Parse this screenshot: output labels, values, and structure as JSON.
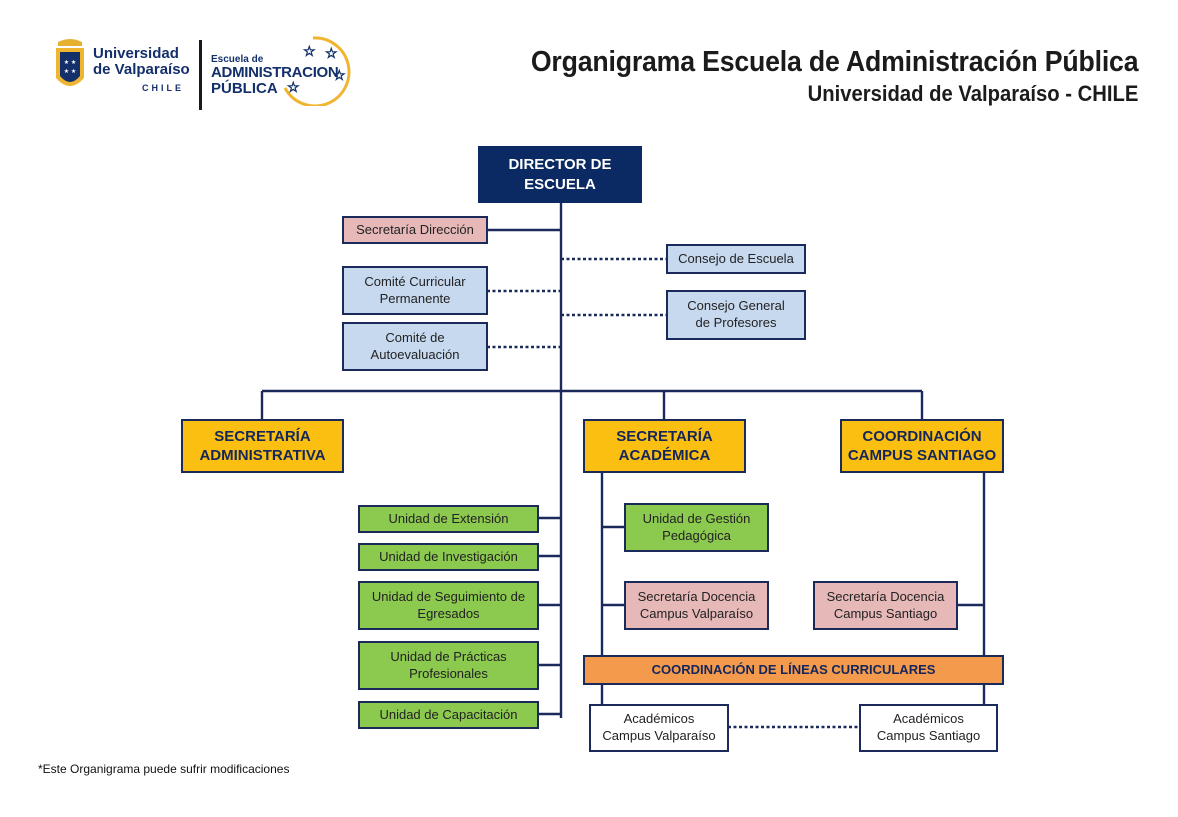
{
  "header": {
    "title": "Organigrama Escuela de Administración Pública",
    "subtitle": "Universidad de Valparaíso - CHILE"
  },
  "logos": {
    "university_line1": "Universidad",
    "university_line2": "de Valparaíso",
    "university_country": "CHILE",
    "school_line1": "Escuela de",
    "school_line2": "ADMINISTRACION",
    "school_line3": "PÚBLICA"
  },
  "org": {
    "director": "DIRECTOR DE\nESCUELA",
    "secretaria_direccion": "Secretaría Dirección",
    "consejo_escuela": "Consejo de Escuela",
    "comite_curricular": "Comité Curricular\nPermanente",
    "consejo_general": "Consejo General\nde Profesores",
    "comite_autoevaluacion": "Comité de\nAutoevaluación",
    "secretaria_administrativa": "SECRETARÍA\nADMINISTRATIVA",
    "secretaria_academica": "SECRETARÍA\nACADÉMICA",
    "coordinacion_santiago": "COORDINACIÓN\nCAMPUS SANTIAGO",
    "unidad_extension": "Unidad de Extensión",
    "unidad_investigacion": "Unidad de Investigación",
    "unidad_seguimiento": "Unidad de Seguimiento de\nEgresados",
    "unidad_practicas": "Unidad de Prácticas\nProfesionales",
    "unidad_capacitacion": "Unidad de Capacitación",
    "unidad_gestion": "Unidad de Gestión\nPedagógica",
    "sec_docencia_valpo": "Secretaría Docencia\nCampus Valparaíso",
    "sec_docencia_santiago": "Secretaría Docencia\nCampus Santiago",
    "coord_lineas": "COORDINACIÓN DE LÍNEAS CURRICULARES",
    "academicos_valpo": "Académicos\nCampus Valparaíso",
    "academicos_santiago": "Académicos\nCampus Santiago"
  },
  "footnote": "*Este Organigrama puede sufrir modificaciones",
  "colors": {
    "navy": "#0b2a63",
    "yellow": "#fbbf12",
    "green": "#8cc94f",
    "pink": "#e6b8b8",
    "light_blue": "#c7d9ef",
    "orange": "#f39a4c"
  }
}
